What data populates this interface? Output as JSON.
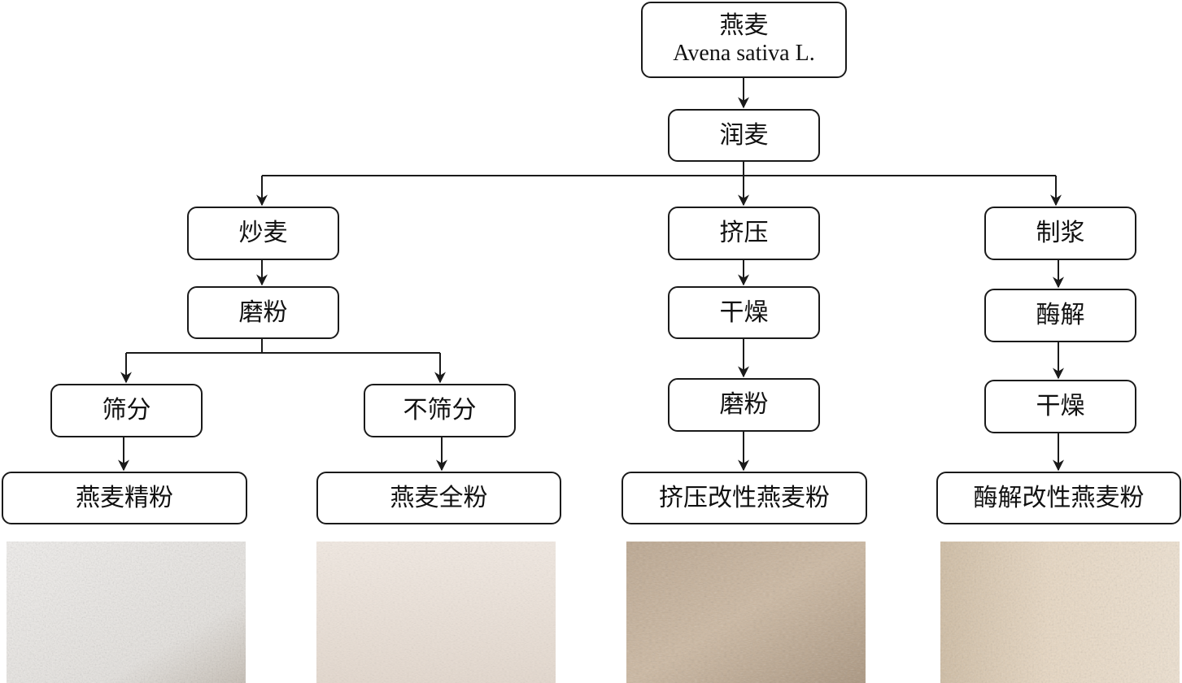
{
  "nodes": {
    "oat_cn": "燕麦",
    "oat_latin": "Avena sativa L.",
    "temper": "润麦",
    "roast": "炒麦",
    "mill_a": "磨粉",
    "sieve": "筛分",
    "no_sieve": "不筛分",
    "refined_flour": "燕麦精粉",
    "whole_flour": "燕麦全粉",
    "extrude": "挤压",
    "dry_b": "干燥",
    "mill_b": "磨粉",
    "extruded_flour": "挤压改性燕麦粉",
    "pulp": "制浆",
    "enzyme": "酶解",
    "dry_c": "干燥",
    "enzymatic_flour": "酶解改性燕麦粉"
  },
  "photo_colors": {
    "refined": "#ece9e6",
    "whole": "#ede3da",
    "extruded": "#c7b29a",
    "enzymatic": "#e6d4bd"
  }
}
